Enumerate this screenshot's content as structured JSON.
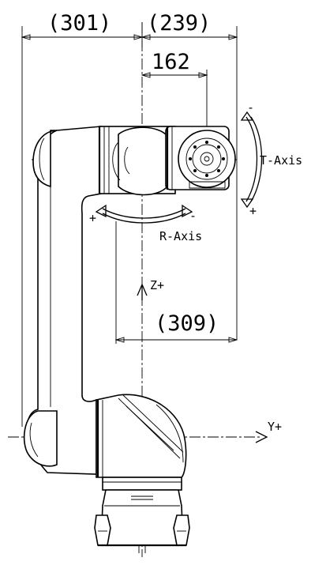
{
  "dimensions": {
    "left_reach": "(301)",
    "right_reach": "(239)",
    "tool_offset": "162",
    "lower_offset": "(309)"
  },
  "axes": {
    "t_axis_label": "T-Axis",
    "t_minus": "-",
    "t_plus": "+",
    "r_axis_label": "R-Axis",
    "r_minus": "-",
    "r_plus": "+",
    "z_label": "Z+",
    "y_label": "Y+"
  }
}
